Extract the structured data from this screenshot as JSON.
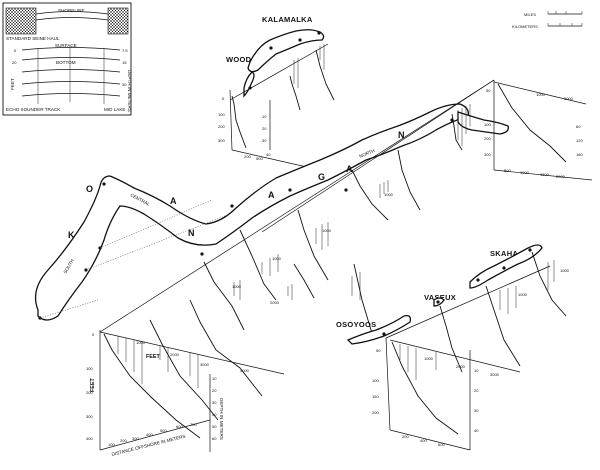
{
  "scale_bar": {
    "miles": "MILES",
    "kilometers": "KILOMETERS"
  },
  "legend": {
    "shoreline": "SHORELINE",
    "standard_seine_haul": "STANDARD SEINE HAUL",
    "surface": "SURFACE",
    "bottom": "BOTTOM",
    "feet": "FEET",
    "depth_in_meters": "DEPTH IN METERS",
    "echo_sounder_track": "ECHO SOUNDER TRACK",
    "mid_lake": "MID LAKE"
  },
  "lakes": {
    "kalamalka": "KALAMALKA",
    "wood": "WOOD",
    "skaha": "SKAHA",
    "vaseux": "VASEUX",
    "osoyoos": "OSOYOOS",
    "okanagan_letters": [
      "O",
      "K",
      "A",
      "N",
      "A",
      "G",
      "A",
      "N"
    ],
    "basins": {
      "south": "SOUTH",
      "central": "CENTRAL",
      "north": "NORTH"
    }
  },
  "main_profile": {
    "feet": "FEET",
    "distance_offshore": "DISTANCE OFFSHORE IN METERS",
    "depth_in_meters": "DEPTH IN METERS"
  }
}
